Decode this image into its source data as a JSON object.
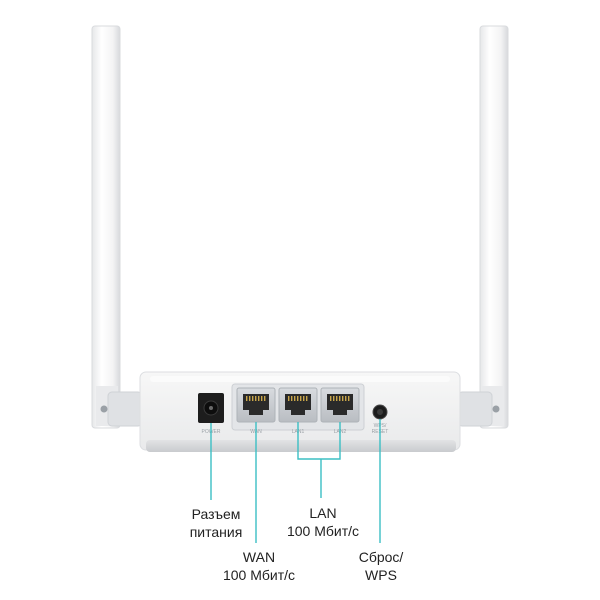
{
  "callouts": {
    "power": {
      "line1": "Разъем",
      "line2": "питания"
    },
    "lan": {
      "line1": "LAN",
      "line2": "100 Мбит/с"
    },
    "wan": {
      "line1": "WAN",
      "line2": "100 Мбит/с"
    },
    "wps": {
      "line1": "Сброс/",
      "line2": "WPS"
    }
  },
  "port_labels": {
    "power": "POWER",
    "wan": "WAN",
    "lan1": "LAN1",
    "lan2": "LAN2",
    "wps_reset_1": "WPS/",
    "wps_reset_2": "RESET"
  },
  "colors": {
    "callout_line": "#3bbfc4",
    "housing": "#f4f4f4",
    "port_frame": "#cfd2d6",
    "jack": "#1a1a1a"
  }
}
